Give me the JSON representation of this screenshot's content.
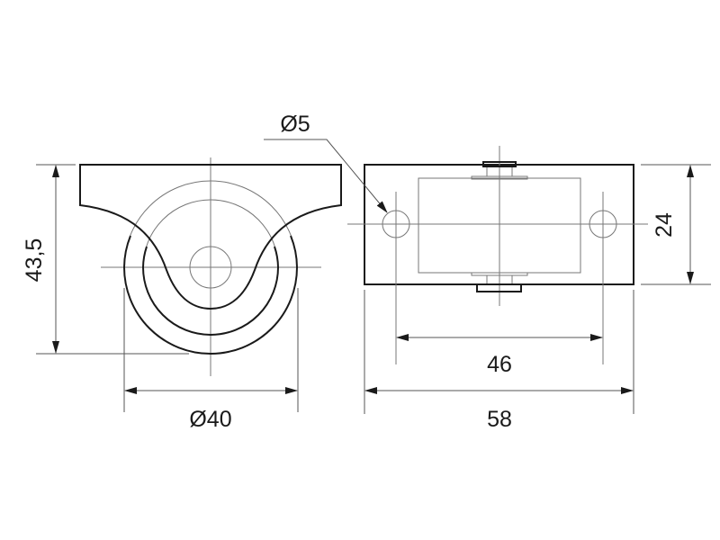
{
  "dimensions": {
    "height": "43,5",
    "wheel_diameter": "Ø40",
    "hole_diameter": "Ø5",
    "hole_spacing": "46",
    "plate_length": "58",
    "plate_width": "24"
  },
  "colors": {
    "line": "#1a1a1a",
    "thin": "#777777"
  }
}
